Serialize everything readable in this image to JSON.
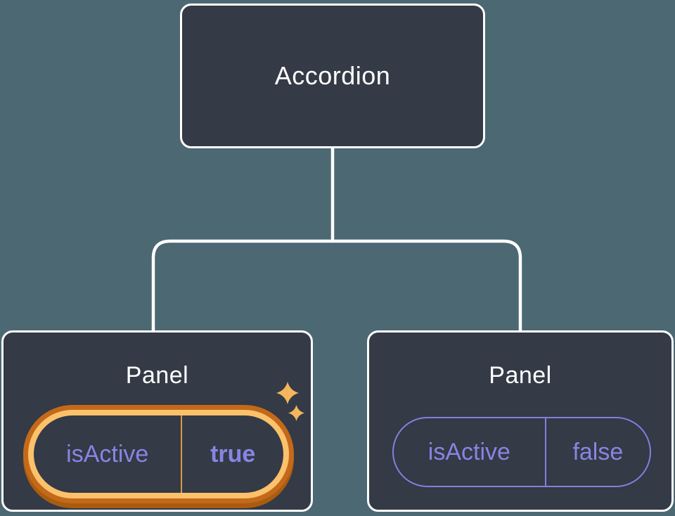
{
  "diagram": {
    "description": "Component tree diagram: parent component with two child panels holding independent state",
    "root": {
      "label": "Accordion"
    },
    "panels": [
      {
        "title": "Panel",
        "prop_name": "isActive",
        "prop_value": "true",
        "state": "highlighted-changed"
      },
      {
        "title": "Panel",
        "prop_name": "isActive",
        "prop_value": "false",
        "state": "normal"
      }
    ]
  },
  "icons": {
    "sparkle_large": "four-point sparkle star",
    "sparkle_small": "four-point sparkle star"
  },
  "colors": {
    "background": "#4C6873",
    "node_fill": "#343A46",
    "node_border": "#FFFFFF",
    "connector_line": "#FFFFFF",
    "title_text": "#FFFFFF",
    "prop_text": "#8785E3",
    "pill_border_inactive": "#8280DE",
    "highlight_ring_inner": "#FBC26B",
    "highlight_ring_outer": "#C4691A",
    "highlight_ring_shadow": "#A95C10",
    "highlight_divider": "#D99B43",
    "sparkle": "#F5B55C"
  }
}
